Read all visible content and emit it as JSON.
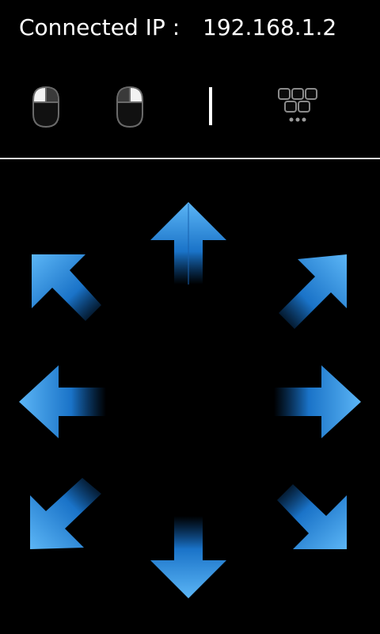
{
  "status": {
    "label": "Connected IP :",
    "ip": "192.168.1.2"
  },
  "toolbar": {
    "items": [
      {
        "name": "left-click",
        "icon": "mouse-left-icon"
      },
      {
        "name": "right-click",
        "icon": "mouse-right-icon"
      },
      {
        "name": "text-input",
        "icon": "text-cursor-icon"
      },
      {
        "name": "keyboard",
        "icon": "keyboard-icon"
      }
    ]
  },
  "colors": {
    "background": "#000000",
    "text": "#ffffff",
    "arrow_light": "#4aa8f0",
    "arrow_dark": "#0d5aa8",
    "divider": "#d8d8d8"
  },
  "pad": {
    "arrows": [
      "up",
      "up-right",
      "right",
      "down-right",
      "down",
      "down-left",
      "left",
      "up-left"
    ]
  }
}
